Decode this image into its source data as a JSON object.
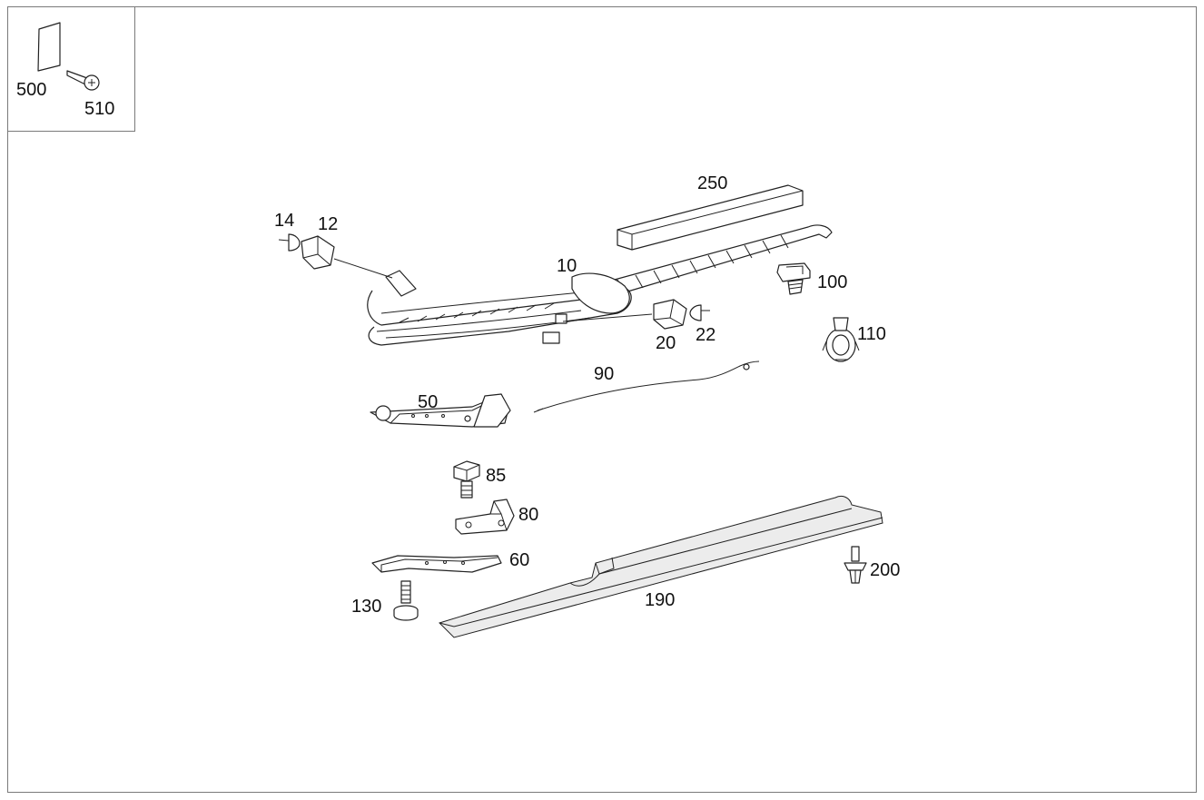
{
  "labels": {
    "p500": "500",
    "p510": "510",
    "p250": "250",
    "p14": "14",
    "p12": "12",
    "p10": "10",
    "p100": "100",
    "p20": "20",
    "p22": "22",
    "p110": "110",
    "p90": "90",
    "p50": "50",
    "p85": "85",
    "p80": "80",
    "p60": "60",
    "p200": "200",
    "p130": "130",
    "p190": "190"
  }
}
